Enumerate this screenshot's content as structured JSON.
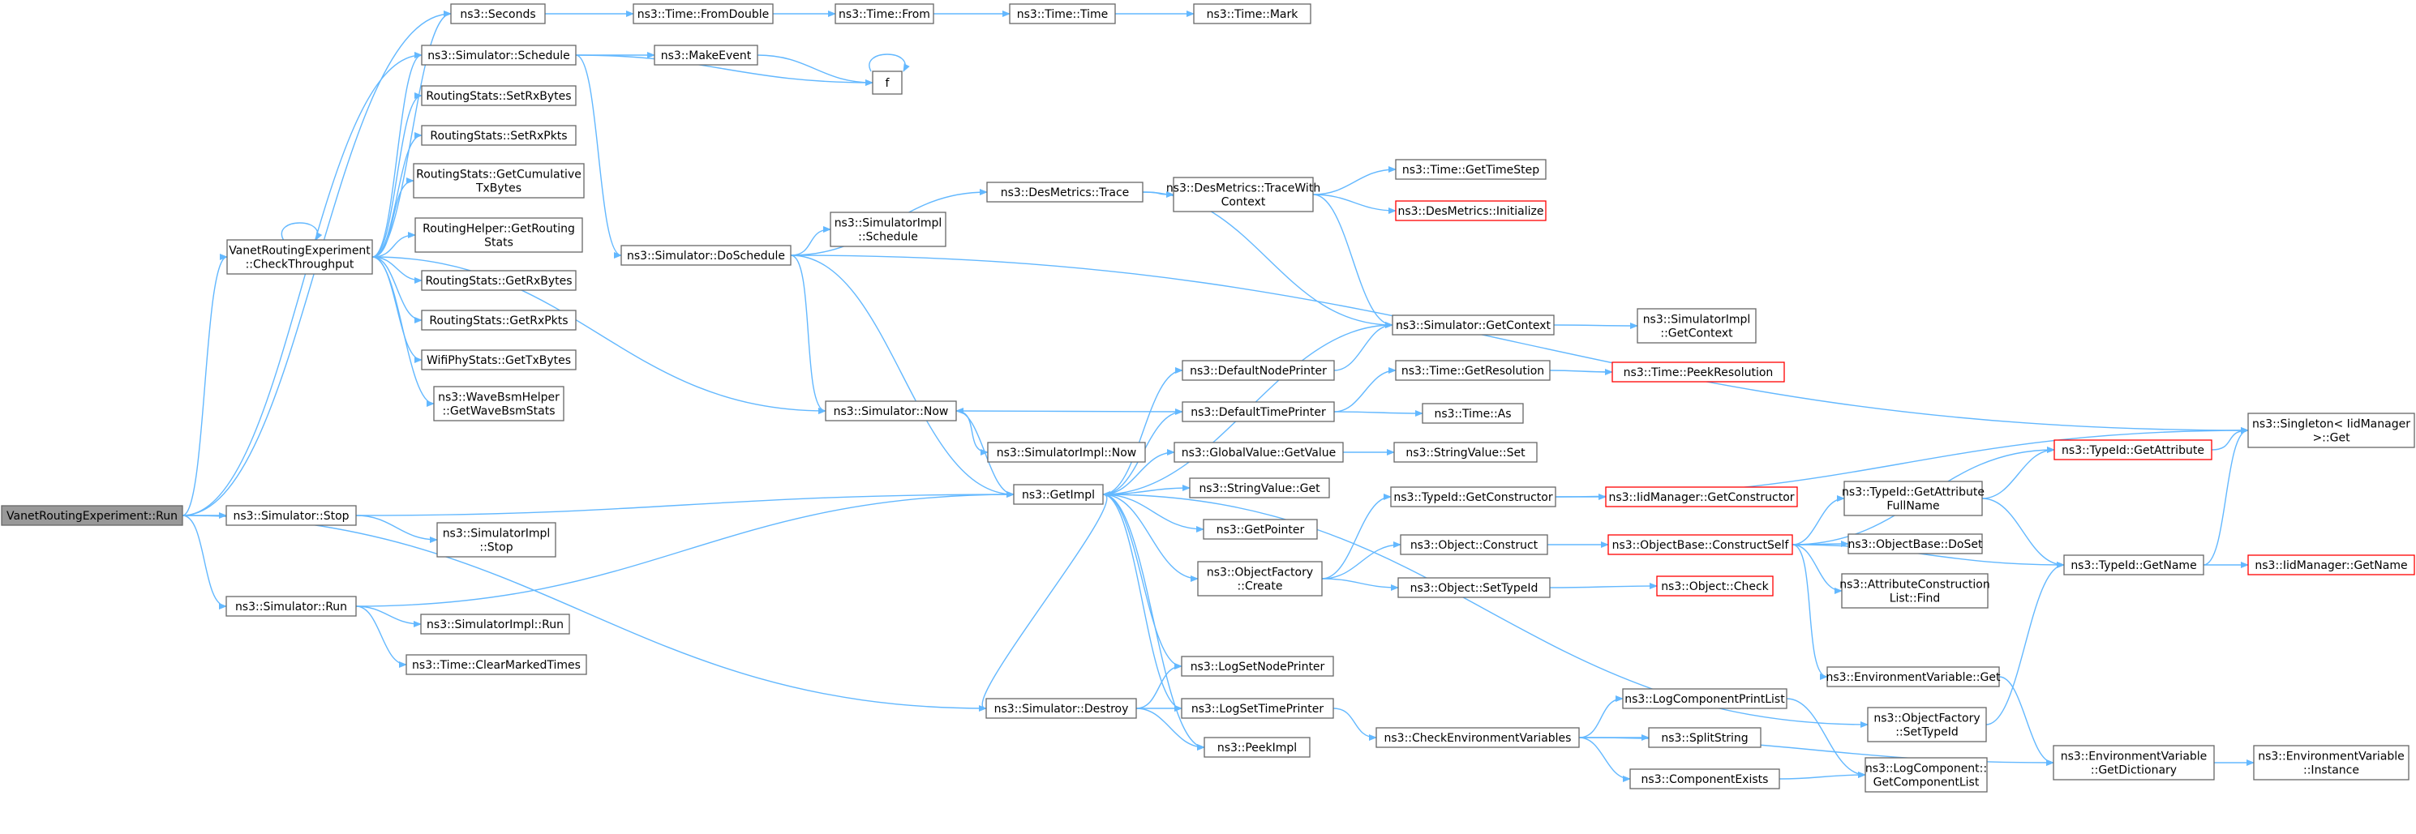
{
  "colors": {
    "edge": "#63b8ff",
    "node_border": "#666666",
    "truncated_border": "#ff0000",
    "root_fill": "#999999"
  },
  "nodes": [
    {
      "id": "run",
      "lines": [
        "VanetRoutingExperiment::Run"
      ],
      "root": true
    },
    {
      "id": "checkthroughput",
      "lines": [
        "VanetRoutingExperiment",
        "::CheckThroughput"
      ]
    },
    {
      "id": "seconds",
      "lines": [
        "ns3::Seconds"
      ]
    },
    {
      "id": "schedule",
      "lines": [
        "ns3::Simulator::Schedule"
      ]
    },
    {
      "id": "setrxbytes",
      "lines": [
        "RoutingStats::SetRxBytes"
      ]
    },
    {
      "id": "setrxpkts",
      "lines": [
        "RoutingStats::SetRxPkts"
      ]
    },
    {
      "id": "getcumtx",
      "lines": [
        "RoutingStats::GetCumulative",
        "TxBytes"
      ]
    },
    {
      "id": "getroutingstats",
      "lines": [
        "RoutingHelper::GetRouting",
        "Stats"
      ]
    },
    {
      "id": "getrxbytes",
      "lines": [
        "RoutingStats::GetRxBytes"
      ]
    },
    {
      "id": "getrxpkts",
      "lines": [
        "RoutingStats::GetRxPkts"
      ]
    },
    {
      "id": "gettxbytes",
      "lines": [
        "WifiPhyStats::GetTxBytes"
      ]
    },
    {
      "id": "wavebsm",
      "lines": [
        "ns3::WaveBsmHelper",
        "::GetWaveBsmStats"
      ]
    },
    {
      "id": "fromdouble",
      "lines": [
        "ns3::Time::FromDouble"
      ]
    },
    {
      "id": "from",
      "lines": [
        "ns3::Time::From"
      ]
    },
    {
      "id": "time",
      "lines": [
        "ns3::Time::Time"
      ]
    },
    {
      "id": "mark",
      "lines": [
        "ns3::Time::Mark"
      ]
    },
    {
      "id": "makeevent",
      "lines": [
        "ns3::MakeEvent"
      ]
    },
    {
      "id": "f",
      "lines": [
        "f"
      ]
    },
    {
      "id": "doschedule",
      "lines": [
        "ns3::Simulator::DoSchedule"
      ]
    },
    {
      "id": "destrace",
      "lines": [
        "ns3::DesMetrics::Trace"
      ]
    },
    {
      "id": "simimplschedule",
      "lines": [
        "ns3::SimulatorImpl",
        "::Schedule"
      ]
    },
    {
      "id": "tracewithcontext",
      "lines": [
        "ns3::DesMetrics::TraceWith",
        "Context"
      ]
    },
    {
      "id": "gettimestep",
      "lines": [
        "ns3::Time::GetTimeStep"
      ]
    },
    {
      "id": "desinit",
      "lines": [
        "ns3::DesMetrics::Initialize"
      ],
      "truncated": true
    },
    {
      "id": "getcontext",
      "lines": [
        "ns3::Simulator::GetContext"
      ]
    },
    {
      "id": "implgetcontext",
      "lines": [
        "ns3::SimulatorImpl",
        "::GetContext"
      ]
    },
    {
      "id": "defaultnodeprinter",
      "lines": [
        "ns3::DefaultNodePrinter"
      ]
    },
    {
      "id": "defaulttimeprinter",
      "lines": [
        "ns3::DefaultTimePrinter"
      ]
    },
    {
      "id": "getresolution",
      "lines": [
        "ns3::Time::GetResolution"
      ]
    },
    {
      "id": "peekresolution",
      "lines": [
        "ns3::Time::PeekResolution"
      ],
      "truncated": true
    },
    {
      "id": "timeas",
      "lines": [
        "ns3::Time::As"
      ]
    },
    {
      "id": "simnow",
      "lines": [
        "ns3::Simulator::Now"
      ]
    },
    {
      "id": "implnow",
      "lines": [
        "ns3::SimulatorImpl::Now"
      ]
    },
    {
      "id": "globalvalue",
      "lines": [
        "ns3::GlobalValue::GetValue"
      ]
    },
    {
      "id": "stringvalueset",
      "lines": [
        "ns3::StringValue::Set"
      ]
    },
    {
      "id": "singletonget",
      "lines": [
        "ns3::Singleton< IidManager",
        ">::Get"
      ]
    },
    {
      "id": "getimpl",
      "lines": [
        "ns3::GetImpl"
      ]
    },
    {
      "id": "stringvalueget",
      "lines": [
        "ns3::StringValue::Get"
      ]
    },
    {
      "id": "getpointer",
      "lines": [
        "ns3::GetPointer"
      ]
    },
    {
      "id": "objfactorycreate",
      "lines": [
        "ns3::ObjectFactory",
        "::Create"
      ]
    },
    {
      "id": "getconstructor",
      "lines": [
        "ns3::TypeId::GetConstructor"
      ]
    },
    {
      "id": "iidgetconstructor",
      "lines": [
        "ns3::IidManager::GetConstructor"
      ],
      "truncated": true
    },
    {
      "id": "objectconstruct",
      "lines": [
        "ns3::Object::Construct"
      ]
    },
    {
      "id": "constructself",
      "lines": [
        "ns3::ObjectBase::ConstructSelf"
      ],
      "truncated": true
    },
    {
      "id": "settypeid",
      "lines": [
        "ns3::Object::SetTypeId"
      ]
    },
    {
      "id": "objectcheck",
      "lines": [
        "ns3::Object::Check"
      ],
      "truncated": true
    },
    {
      "id": "getattrfullname",
      "lines": [
        "ns3::TypeId::GetAttribute",
        "FullName"
      ]
    },
    {
      "id": "getattribute",
      "lines": [
        "ns3::TypeId::GetAttribute"
      ],
      "truncated": true
    },
    {
      "id": "doset",
      "lines": [
        "ns3::ObjectBase::DoSet"
      ]
    },
    {
      "id": "attrlistfind",
      "lines": [
        "ns3::AttributeConstruction",
        "List::Find"
      ]
    },
    {
      "id": "typeidgetname",
      "lines": [
        "ns3::TypeId::GetName"
      ]
    },
    {
      "id": "iidgetname",
      "lines": [
        "ns3::IidManager::GetName"
      ],
      "truncated": true
    },
    {
      "id": "envget",
      "lines": [
        "ns3::EnvironmentVariable::Get"
      ]
    },
    {
      "id": "objfactorysettypeid",
      "lines": [
        "ns3::ObjectFactory",
        "::SetTypeId"
      ]
    },
    {
      "id": "envgetdict",
      "lines": [
        "ns3::EnvironmentVariable",
        "::GetDictionary"
      ]
    },
    {
      "id": "envinstance",
      "lines": [
        "ns3::EnvironmentVariable",
        "::Instance"
      ]
    },
    {
      "id": "simstop",
      "lines": [
        "ns3::Simulator::Stop"
      ]
    },
    {
      "id": "implstop",
      "lines": [
        "ns3::SimulatorImpl",
        "::Stop"
      ]
    },
    {
      "id": "simrun",
      "lines": [
        "ns3::Simulator::Run"
      ]
    },
    {
      "id": "implrun",
      "lines": [
        "ns3::SimulatorImpl::Run"
      ]
    },
    {
      "id": "clearmarked",
      "lines": [
        "ns3::Time::ClearMarkedTimes"
      ]
    },
    {
      "id": "simdestroy",
      "lines": [
        "ns3::Simulator::Destroy"
      ]
    },
    {
      "id": "logsetnode",
      "lines": [
        "ns3::LogSetNodePrinter"
      ]
    },
    {
      "id": "logsettime",
      "lines": [
        "ns3::LogSetTimePrinter"
      ]
    },
    {
      "id": "peekimpl",
      "lines": [
        "ns3::PeekImpl"
      ]
    },
    {
      "id": "checkenv",
      "lines": [
        "ns3::CheckEnvironmentVariables"
      ]
    },
    {
      "id": "logcompprint",
      "lines": [
        "ns3::LogComponentPrintList"
      ]
    },
    {
      "id": "splitstring",
      "lines": [
        "ns3::SplitString"
      ]
    },
    {
      "id": "compexists",
      "lines": [
        "ns3::ComponentExists"
      ]
    },
    {
      "id": "getcomplist",
      "lines": [
        "ns3::LogComponent::",
        "GetComponentList"
      ]
    }
  ],
  "edges": [
    [
      "run",
      "checkthroughput"
    ],
    [
      "run",
      "seconds"
    ],
    [
      "run",
      "schedule"
    ],
    [
      "run",
      "simstop"
    ],
    [
      "run",
      "simrun"
    ],
    [
      "run",
      "simdestroy"
    ],
    [
      "checkthroughput",
      "checkthroughput"
    ],
    [
      "checkthroughput",
      "seconds"
    ],
    [
      "checkthroughput",
      "schedule"
    ],
    [
      "checkthroughput",
      "setrxbytes"
    ],
    [
      "checkthroughput",
      "setrxpkts"
    ],
    [
      "checkthroughput",
      "getcumtx"
    ],
    [
      "checkthroughput",
      "getroutingstats"
    ],
    [
      "checkthroughput",
      "getrxbytes"
    ],
    [
      "checkthroughput",
      "getrxpkts"
    ],
    [
      "checkthroughput",
      "gettxbytes"
    ],
    [
      "checkthroughput",
      "wavebsm"
    ],
    [
      "checkthroughput",
      "simnow"
    ],
    [
      "seconds",
      "fromdouble"
    ],
    [
      "fromdouble",
      "from"
    ],
    [
      "from",
      "time"
    ],
    [
      "time",
      "mark"
    ],
    [
      "schedule",
      "makeevent"
    ],
    [
      "schedule",
      "f"
    ],
    [
      "schedule",
      "doschedule"
    ],
    [
      "makeevent",
      "f"
    ],
    [
      "f",
      "f"
    ],
    [
      "doschedule",
      "destrace"
    ],
    [
      "doschedule",
      "simimplschedule"
    ],
    [
      "doschedule",
      "simnow"
    ],
    [
      "doschedule",
      "getimpl"
    ],
    [
      "doschedule",
      "singletonget"
    ],
    [
      "destrace",
      "tracewithcontext"
    ],
    [
      "destrace",
      "getcontext"
    ],
    [
      "tracewithcontext",
      "gettimestep"
    ],
    [
      "tracewithcontext",
      "desinit"
    ],
    [
      "tracewithcontext",
      "getcontext"
    ],
    [
      "getcontext",
      "implgetcontext"
    ],
    [
      "getcontext",
      "getimpl"
    ],
    [
      "simnow",
      "implnow"
    ],
    [
      "simnow",
      "getimpl"
    ],
    [
      "getimpl",
      "defaultnodeprinter"
    ],
    [
      "getimpl",
      "defaulttimeprinter"
    ],
    [
      "getimpl",
      "globalvalue"
    ],
    [
      "getimpl",
      "stringvalueget"
    ],
    [
      "getimpl",
      "getpointer"
    ],
    [
      "getimpl",
      "objfactorycreate"
    ],
    [
      "getimpl",
      "logsetnode"
    ],
    [
      "getimpl",
      "logsettime"
    ],
    [
      "getimpl",
      "peekimpl"
    ],
    [
      "getimpl",
      "objfactorysettypeid"
    ],
    [
      "defaultnodeprinter",
      "getcontext"
    ],
    [
      "defaulttimeprinter",
      "getresolution"
    ],
    [
      "defaulttimeprinter",
      "timeas"
    ],
    [
      "defaulttimeprinter",
      "simnow"
    ],
    [
      "getresolution",
      "peekresolution"
    ],
    [
      "globalvalue",
      "stringvalueset"
    ],
    [
      "objfactorycreate",
      "getconstructor"
    ],
    [
      "objfactorycreate",
      "objectconstruct"
    ],
    [
      "objfactorycreate",
      "settypeid"
    ],
    [
      "getconstructor",
      "iidgetconstructor"
    ],
    [
      "getconstructor",
      "singletonget"
    ],
    [
      "objectconstruct",
      "constructself"
    ],
    [
      "settypeid",
      "objectcheck"
    ],
    [
      "constructself",
      "getattrfullname"
    ],
    [
      "constructself",
      "getattribute"
    ],
    [
      "constructself",
      "doset"
    ],
    [
      "constructself",
      "attrlistfind"
    ],
    [
      "constructself",
      "typeidgetname"
    ],
    [
      "constructself",
      "envget"
    ],
    [
      "getattrfullname",
      "getattribute"
    ],
    [
      "getattrfullname",
      "typeidgetname"
    ],
    [
      "getattribute",
      "singletonget"
    ],
    [
      "typeidgetname",
      "iidgetname"
    ],
    [
      "typeidgetname",
      "singletonget"
    ],
    [
      "envget",
      "envgetdict"
    ],
    [
      "envgetdict",
      "envinstance"
    ],
    [
      "objfactorysettypeid",
      "typeidgetname"
    ],
    [
      "simstop",
      "getimpl"
    ],
    [
      "simstop",
      "implstop"
    ],
    [
      "simrun",
      "getimpl"
    ],
    [
      "simrun",
      "implrun"
    ],
    [
      "simrun",
      "clearmarked"
    ],
    [
      "simdestroy",
      "getimpl"
    ],
    [
      "simdestroy",
      "logsetnode"
    ],
    [
      "simdestroy",
      "logsettime"
    ],
    [
      "simdestroy",
      "peekimpl"
    ],
    [
      "logsettime",
      "checkenv"
    ],
    [
      "checkenv",
      "logcompprint"
    ],
    [
      "checkenv",
      "splitstring"
    ],
    [
      "checkenv",
      "compexists"
    ],
    [
      "checkenv",
      "envgetdict"
    ],
    [
      "logcompprint",
      "getcomplist"
    ],
    [
      "compexists",
      "getcomplist"
    ]
  ]
}
